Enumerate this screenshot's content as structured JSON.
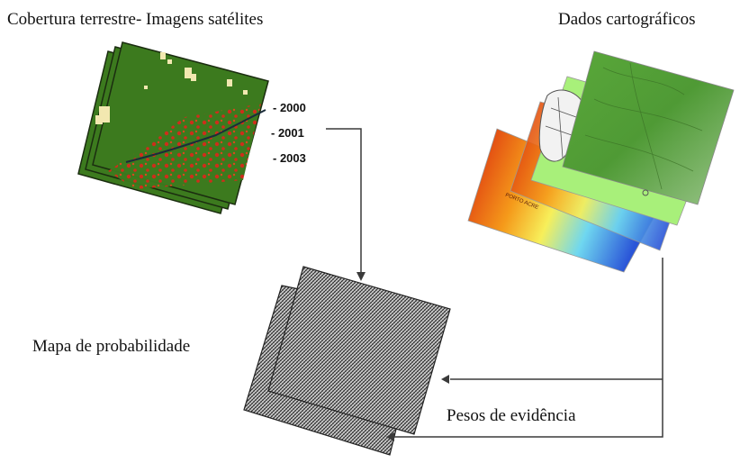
{
  "labels": {
    "satellite_title": "Cobertura terrestre- Imagens satélites",
    "cartographic_title": "Dados cartográficos",
    "probability_map": "Mapa de probabilidade",
    "evidence_weights": "Pesos de evidência"
  },
  "years": [
    "- 2000",
    "- 2001",
    "- 2003"
  ],
  "map_labels": {
    "porto_acre": "PORTO ACRE"
  },
  "colors": {
    "forest": "#3c7a1e",
    "deforest": "#d62a1a",
    "cloud": "#f2e8b0",
    "arrow": "#3a3a3a"
  }
}
